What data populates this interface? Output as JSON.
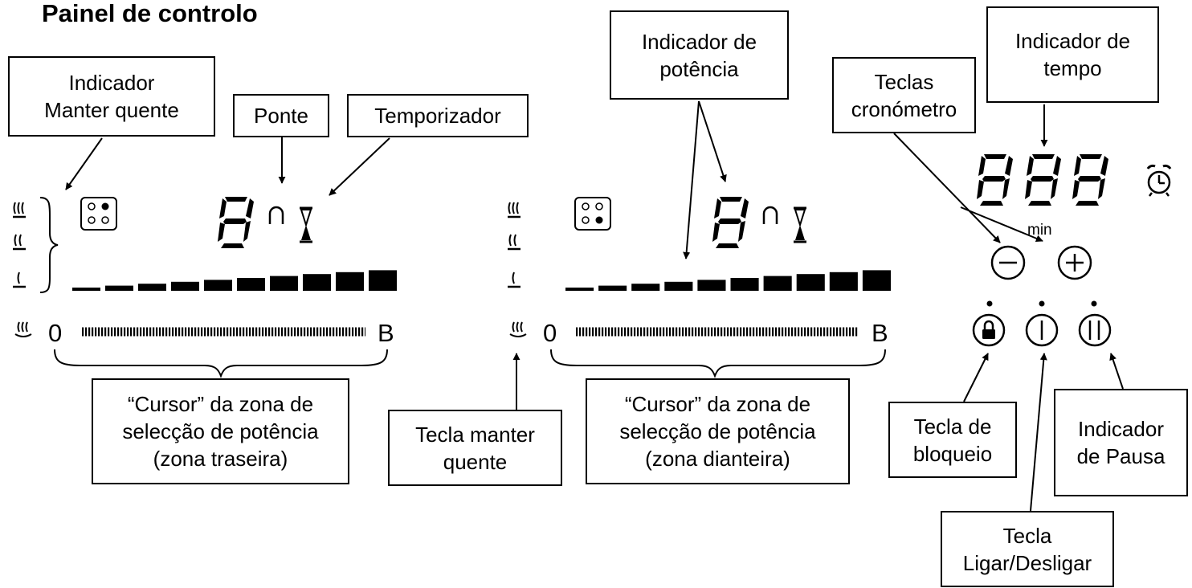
{
  "title": "Painel de controlo",
  "labels": {
    "keep_warm_indicator": "Indicador\nManter quente",
    "bridge": "Ponte",
    "timer": "Temporizador",
    "power_indicator": "Indicador de\npotência",
    "timer_keys": "Teclas\ncronómetro",
    "time_indicator": "Indicador de\ntempo",
    "cursor_rear": "“Cursor” da zona de\nselecção de potência\n(zona traseira)",
    "keep_warm_key": "Tecla manter\nquente",
    "cursor_front": "“Cursor” da zona de\nselecção de potência\n(zona dianteira)",
    "lock_key": "Tecla de\nbloqueio",
    "pause_indicator": "Indicador\nde Pausa",
    "on_off_key": "Tecla\nLigar/Desligar"
  },
  "panel": {
    "slider_min": "0",
    "slider_max": "B",
    "timer_unit": "min"
  },
  "icons": {
    "clock": "alarm-clock-icon",
    "minus": "minus-circle-icon",
    "plus": "plus-circle-icon",
    "lock": "lock-icon",
    "power": "power-icon",
    "pause": "pause-icon",
    "heat": "heat-level-icon",
    "zone": "cooking-zone-icon",
    "hourglass": "hourglass-icon",
    "bridge": "bridge-icon"
  }
}
